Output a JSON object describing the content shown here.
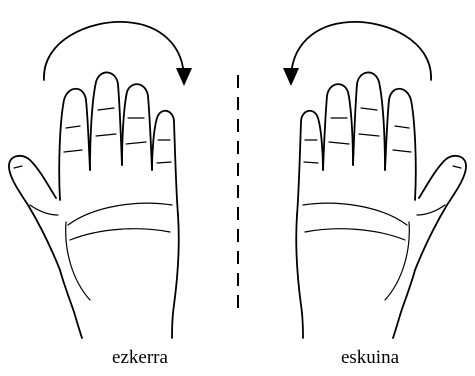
{
  "labels": {
    "left_hand": "ezkerra",
    "right_hand": "eskuina"
  },
  "colors": {
    "ink": "#000000",
    "background": "#ffffff"
  },
  "rotation": {
    "left_hand_arrow": "clockwise",
    "right_hand_arrow": "counterclockwise"
  }
}
